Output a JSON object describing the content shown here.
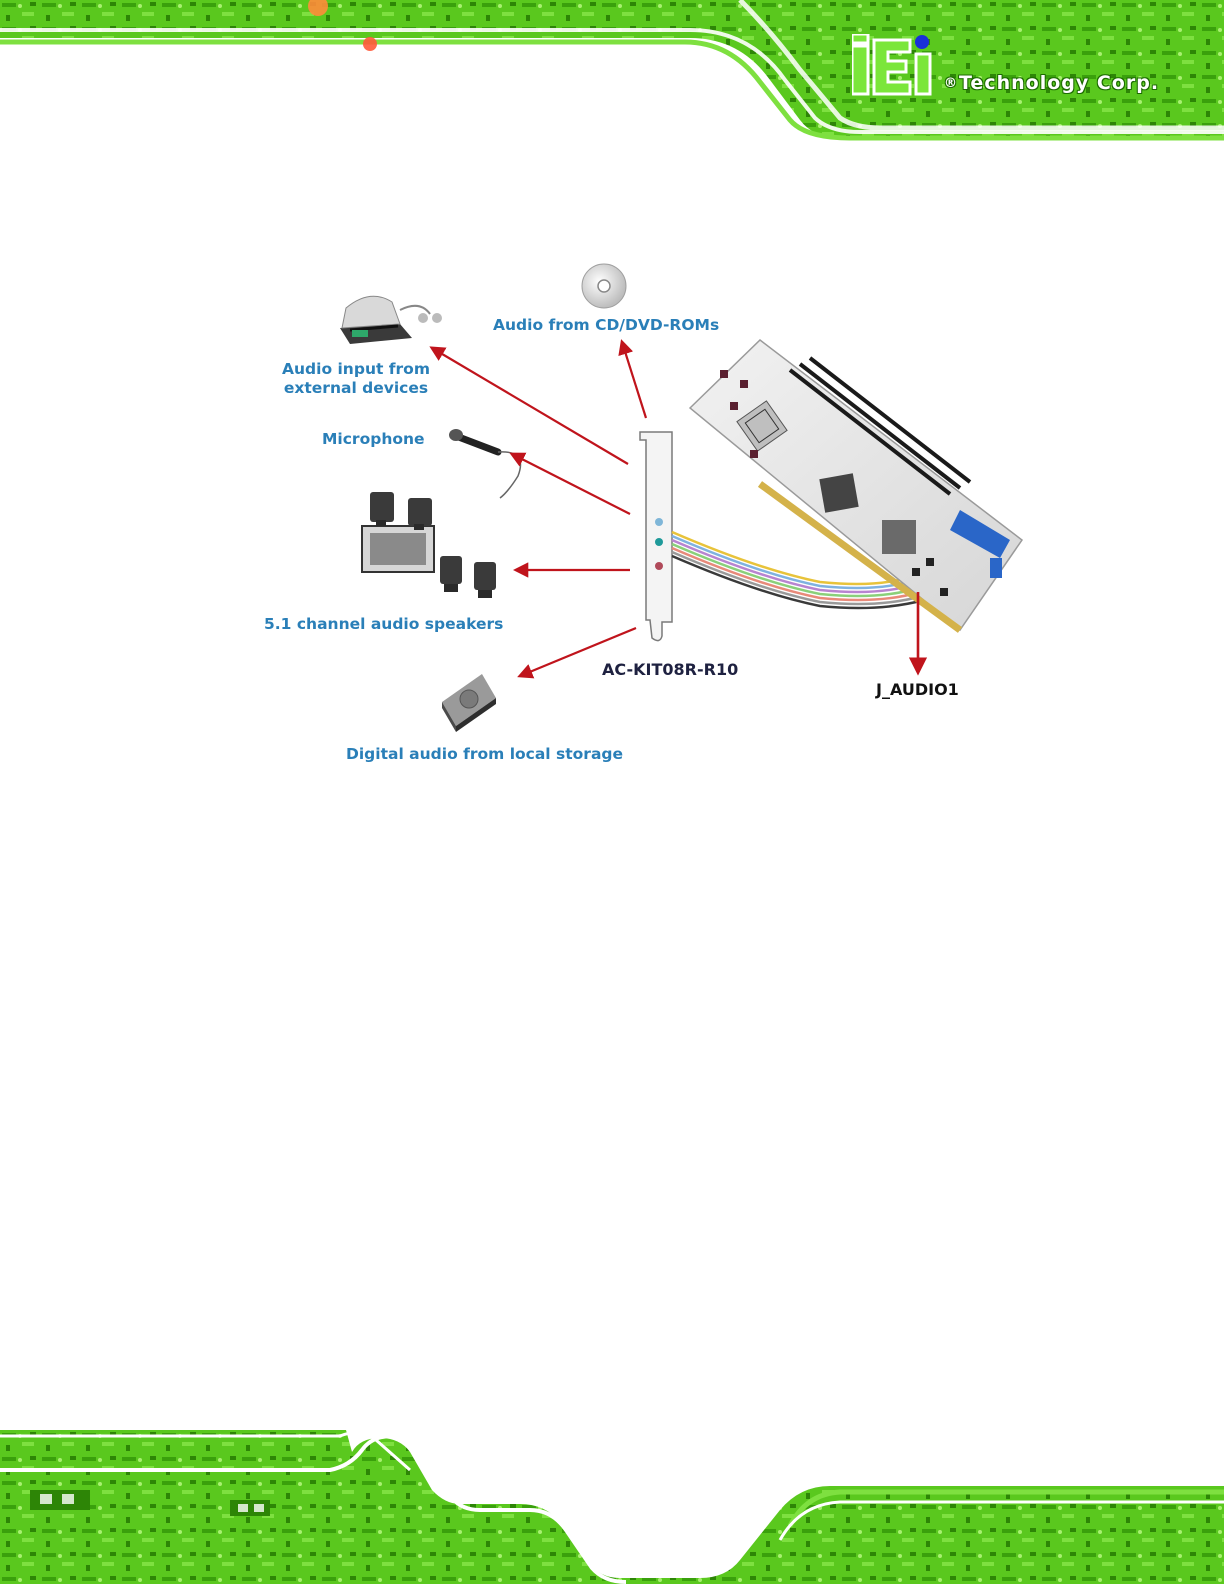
{
  "header": {
    "logo_reg": "®",
    "logo_text": "Technology Corp."
  },
  "diagram": {
    "labels": {
      "cd_dvd": "Audio from CD/DVD-ROMs",
      "audio_input_line1": "Audio input from",
      "audio_input_line2": "external devices",
      "microphone": "Microphone",
      "speakers": "5.1 channel audio speakers",
      "kit": "AC-KIT08R-R10",
      "connector": "J_AUDIO1",
      "storage": "Digital audio from local storage"
    }
  },
  "colors": {
    "pcb_green": "#52c21a",
    "pcb_dark": "#2b8a06",
    "label_blue": "#2a7fb8",
    "arrow_red": "#c0141c",
    "logo_dot": "#1a2fd8"
  },
  "icons": [
    "cd-disc-icon",
    "audio-input-device-icon",
    "microphone-icon",
    "speakers-icon",
    "hard-drive-icon",
    "audio-bracket-icon",
    "motherboard-icon",
    "cable-icon"
  ]
}
